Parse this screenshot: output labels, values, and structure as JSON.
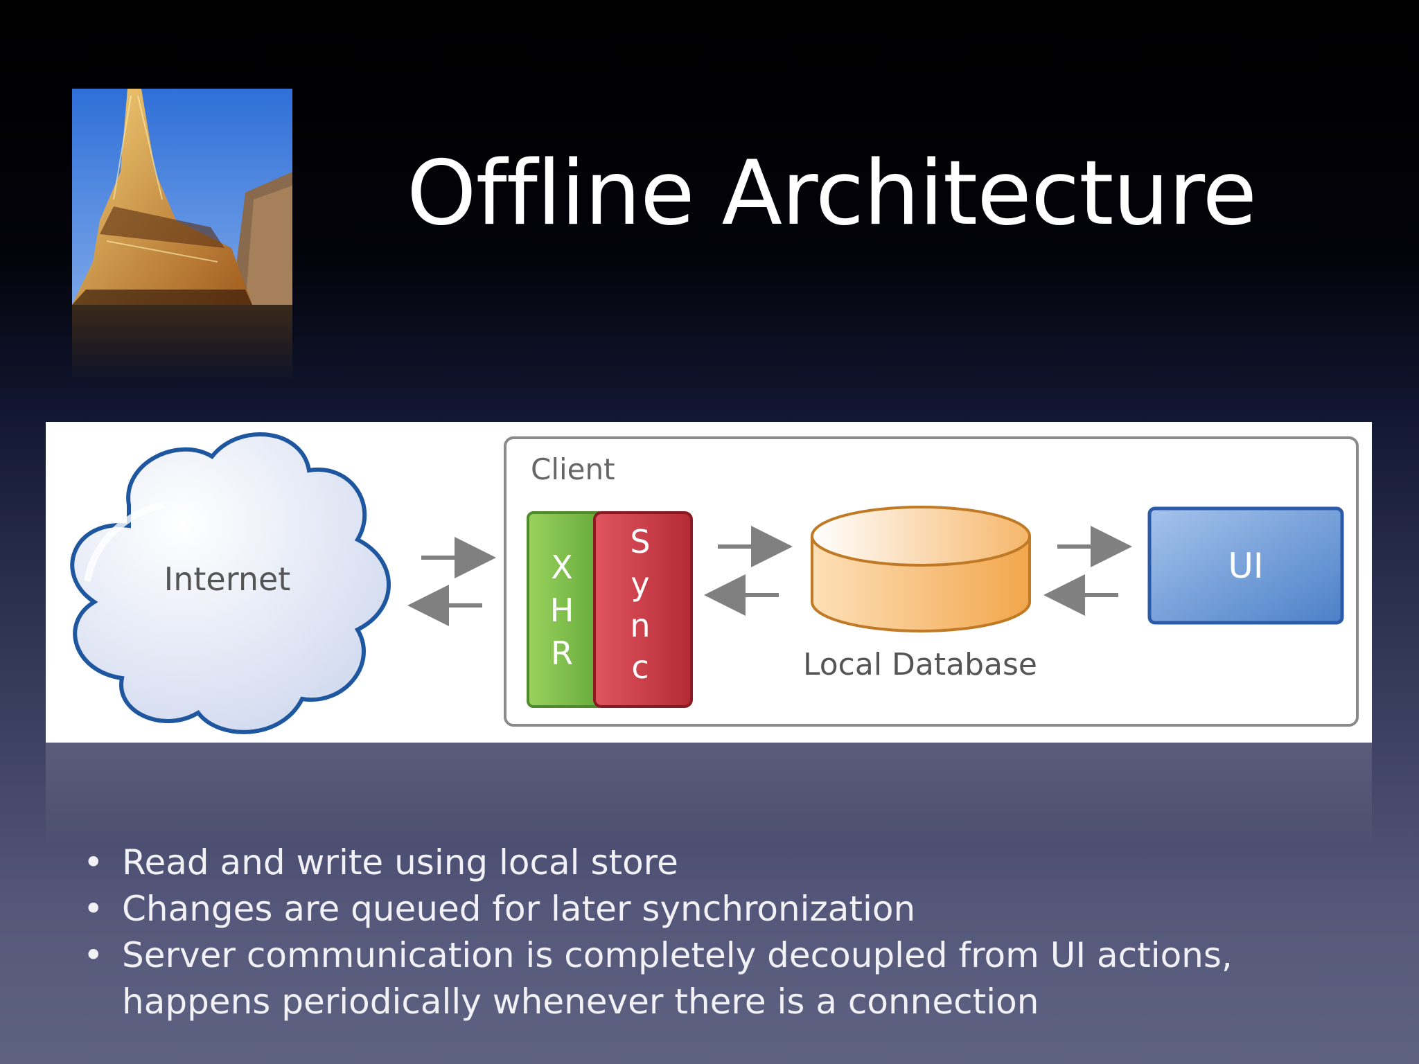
{
  "slide": {
    "title": "Offline Architecture"
  },
  "diagram": {
    "internet_label": "Internet",
    "client_label": "Client",
    "xhr_letters": [
      "X",
      "H",
      "R"
    ],
    "sync_letters": [
      "S",
      "y",
      "n",
      "c"
    ],
    "database_label": "Local Database",
    "ui_label": "UI",
    "colors": {
      "cloud_outline": "#1e56a0",
      "xhr_green": "#7cc04a",
      "sync_red": "#cc3340",
      "database_orange": "#f6b66a",
      "ui_blue": "#5b8fd0"
    }
  },
  "bullets": [
    "Read and write using local store",
    "Changes are queued for later synchronization",
    "Server communication is completely decoupled from UI actions, happens periodically whenever there is a connection"
  ],
  "bullet_marker": "•"
}
